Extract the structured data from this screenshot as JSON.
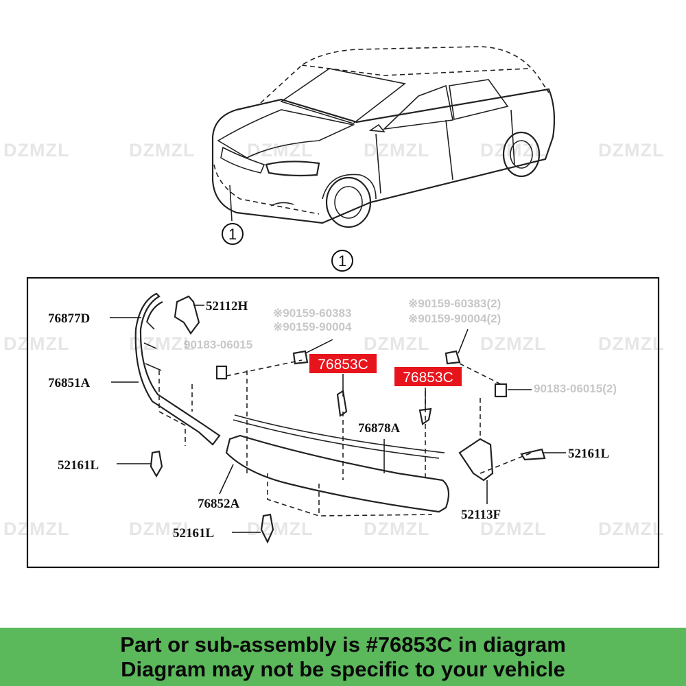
{
  "watermark": "DZMZL",
  "callouts": {
    "car": "1",
    "box": "1"
  },
  "labels": {
    "p76877D": "76877D",
    "p52112H": "52112H",
    "p76851A": "76851A",
    "p52161L_left": "52161L",
    "p76852A": "76852A",
    "p52161L_bottom": "52161L",
    "p76878A": "76878A",
    "p52161L_right": "52161L",
    "p52113F": "52113F",
    "p76853C_left": "76853C",
    "p76853C_right": "76853C"
  },
  "obscured_refs": [
    "※90159-60383",
    "※90159-90004",
    "90183-06015",
    "※90159-60383(2)",
    "※90159-90004(2)",
    "90183-06015(2)"
  ],
  "colors": {
    "highlight": "#e8141c",
    "banner": "#5bb85b"
  },
  "banner": {
    "line1": "Part or sub-assembly is #76853C in diagram",
    "line2": "Diagram may not be specific to your vehicle"
  }
}
